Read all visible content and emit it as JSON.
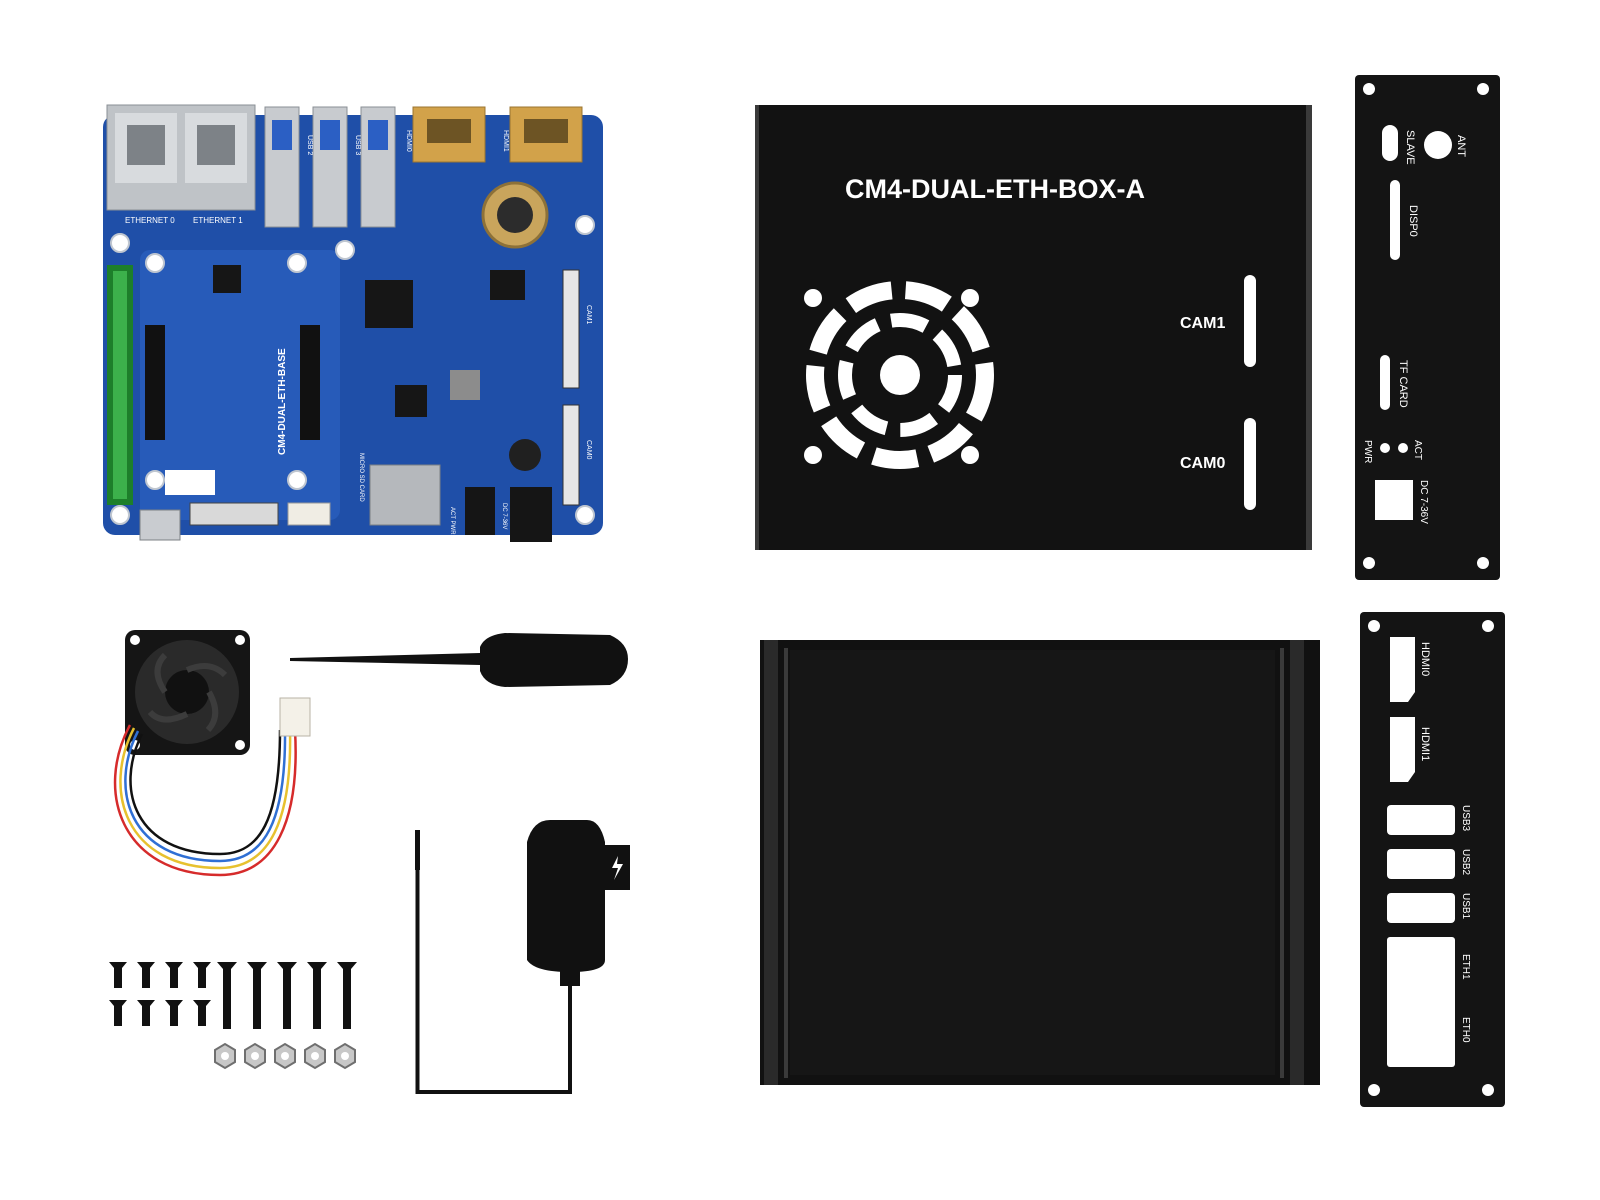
{
  "top_cover": {
    "model_label": "CM4-DUAL-ETH-BOX-A",
    "cam1_label": "CAM1",
    "cam0_label": "CAM0"
  },
  "front_panel": {
    "slave_label": "SLAVE",
    "ant_label": "ANT",
    "disp0_label": "DISP0",
    "tf_card_label": "TF CARD",
    "pwr_label": "PWR",
    "act_label": "ACT",
    "dc_label": "DC 7-36V"
  },
  "rear_panel": {
    "hdmi0_label": "HDMI0",
    "hdmi1_label": "HDMI1",
    "usb3_label": "USB3",
    "usb2_label": "USB2",
    "usb1_label": "USB1",
    "eth1_label": "ETH1",
    "eth0_label": "ETH0"
  },
  "board": {
    "name": "CM4-DUAL-ETH-BASE",
    "eth0": "ETHERNET 0",
    "eth1": "ETHERNET 1",
    "cam1": "CAM1",
    "cam0": "CAM0",
    "hdmi0": "HDMI0",
    "hdmi1": "HDMI1",
    "usb2": "USB 2",
    "usb3": "USB 3",
    "sd": "MICRO SD CARD",
    "dc": "DC 7-36V",
    "act_pwr": "ACT PWR"
  },
  "colors": {
    "pcb": "#1f4fa8",
    "metal": "#111111",
    "background": "#ffffff"
  }
}
